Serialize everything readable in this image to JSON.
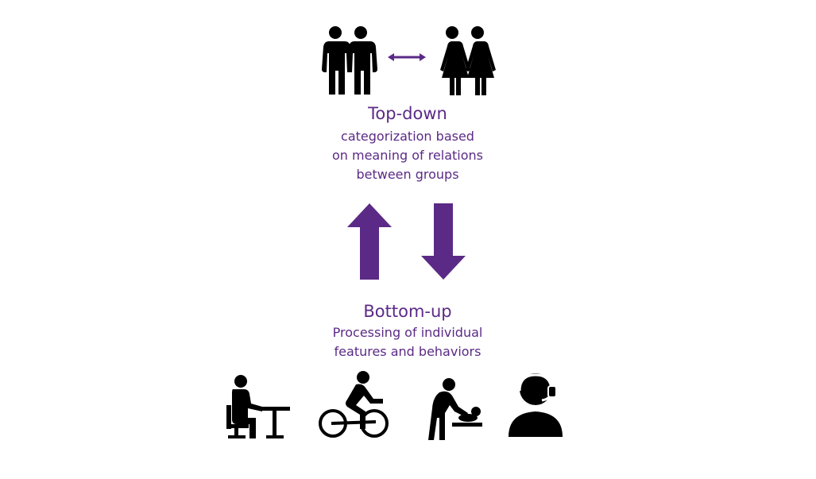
{
  "top": {
    "title": "Top-down",
    "lines": [
      "categorization based",
      "on meaning of relations",
      "between groups"
    ]
  },
  "bottom": {
    "title": "Bottom-up",
    "lines": [
      "Processing of individual",
      "features and behaviors"
    ]
  },
  "colors": {
    "accent": "#5b2a86",
    "icon": "#000000",
    "background": "#ffffff"
  },
  "icons": [
    "men-pair-icon",
    "double-arrow-icon",
    "women-pair-icon",
    "up-arrow-icon",
    "down-arrow-icon",
    "person-at-desk-icon",
    "cyclist-icon",
    "person-changing-baby-icon",
    "person-with-headset-icon"
  ]
}
